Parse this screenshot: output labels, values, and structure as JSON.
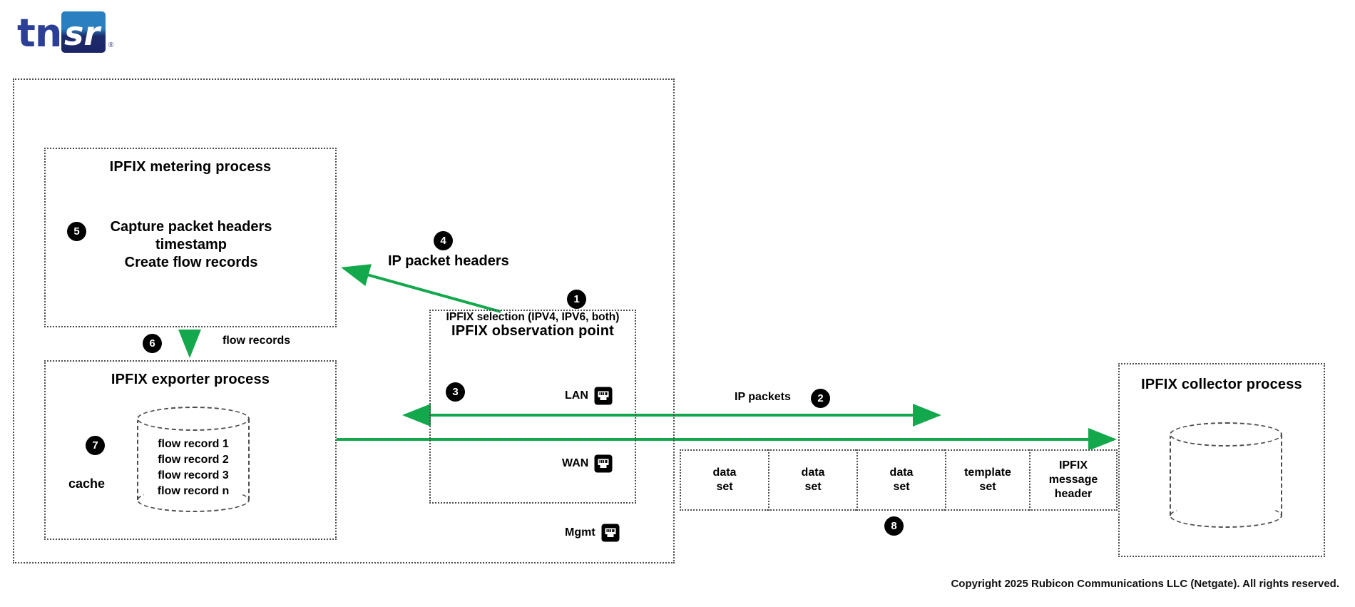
{
  "brand": {
    "name_part1": "tn",
    "name_part2": "sr",
    "registered": "®",
    "blue": "#2b3f97",
    "square_top": "#2a7fc1",
    "square_bottom": "#1b2566"
  },
  "colors": {
    "flow_green": "#14a84c",
    "badge_black": "#000000",
    "dotted_gray": "#4d4d4d"
  },
  "metering": {
    "title": "IPFIX metering process",
    "badge": "5",
    "line1": "Capture packet headers",
    "line2": "timestamp",
    "line3": "Create flow records"
  },
  "exporter": {
    "title": "IPFIX exporter process",
    "badge": "7",
    "cache_label": "cache",
    "records": [
      "flow record 1",
      "flow record 2",
      "flow record 3",
      "flow record n"
    ]
  },
  "observation": {
    "badge": "1",
    "title": "IPFIX observation point",
    "subtitle": "IPFIX selection (IPV4, IPV6, both)",
    "badge_lan": "3",
    "ports": [
      {
        "label": "LAN",
        "icon": "ethernet-port-icon"
      },
      {
        "label": "WAN",
        "icon": "ethernet-port-icon"
      }
    ],
    "mgmt": {
      "label": "Mgmt",
      "icon": "ethernet-port-icon"
    }
  },
  "collector": {
    "title": "IPFIX collector process"
  },
  "flows": {
    "ip_packet_headers": {
      "badge": "4",
      "label": "IP packet headers"
    },
    "ip_packets": {
      "badge": "2",
      "label": "IP packets"
    },
    "flow_records": {
      "badge": "6",
      "label": "flow records"
    }
  },
  "message": {
    "badge": "8",
    "cells": [
      {
        "line1": "data",
        "line2": "set",
        "line3": ""
      },
      {
        "line1": "data",
        "line2": "set",
        "line3": ""
      },
      {
        "line1": "data",
        "line2": "set",
        "line3": ""
      },
      {
        "line1": "template",
        "line2": "set",
        "line3": ""
      },
      {
        "line1": "IPFIX",
        "line2": "message",
        "line3": "header"
      }
    ]
  },
  "footer": {
    "copyright": "Copyright 2025 Rubicon Communications LLC (Netgate). All rights reserved."
  }
}
